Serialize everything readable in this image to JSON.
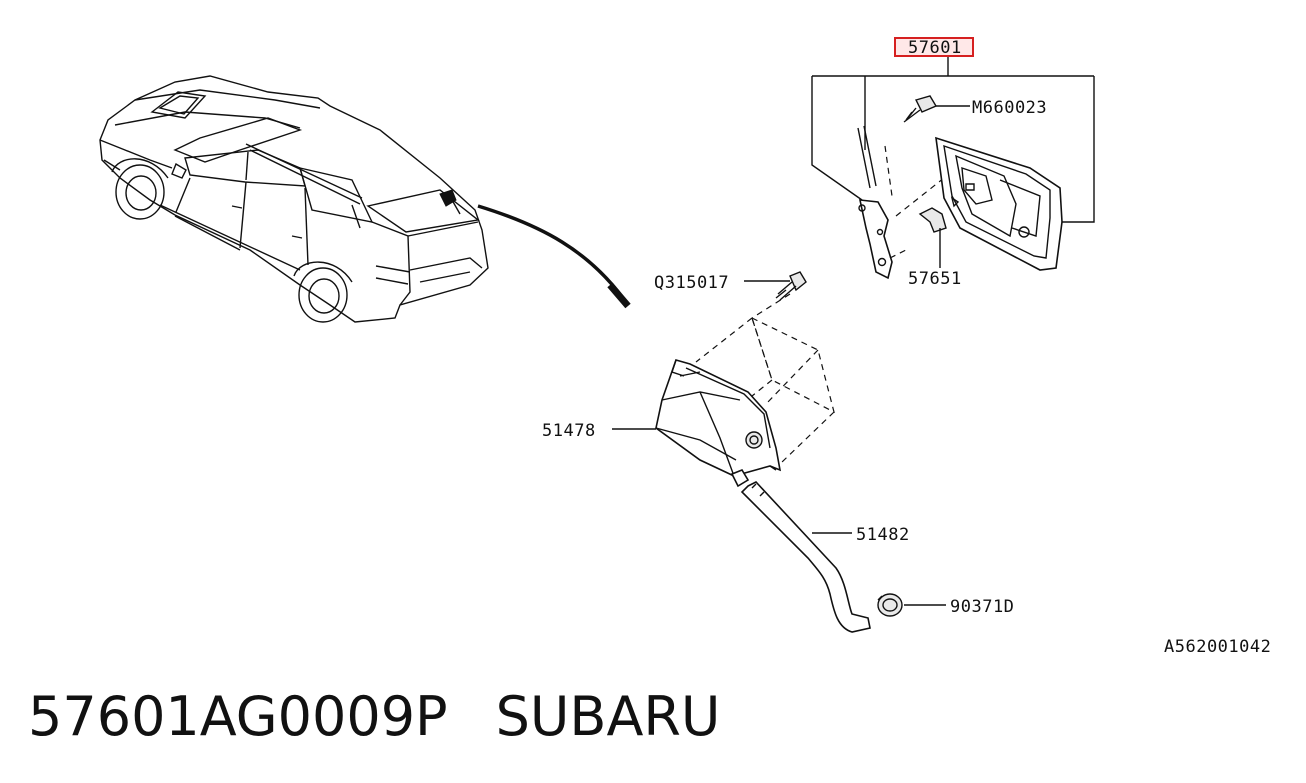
{
  "diagram": {
    "callouts": {
      "assembly": "57601",
      "bolt_top": "M660023",
      "clip": "57651",
      "bolt_mid": "Q315017",
      "bucket": "51478",
      "hose": "51482",
      "grommet": "90371D"
    },
    "drawing_code": "A562001042",
    "highlight_color": "#d62020"
  },
  "caption": {
    "part_number": "57601AG0009P",
    "brand": "SUBARU"
  }
}
